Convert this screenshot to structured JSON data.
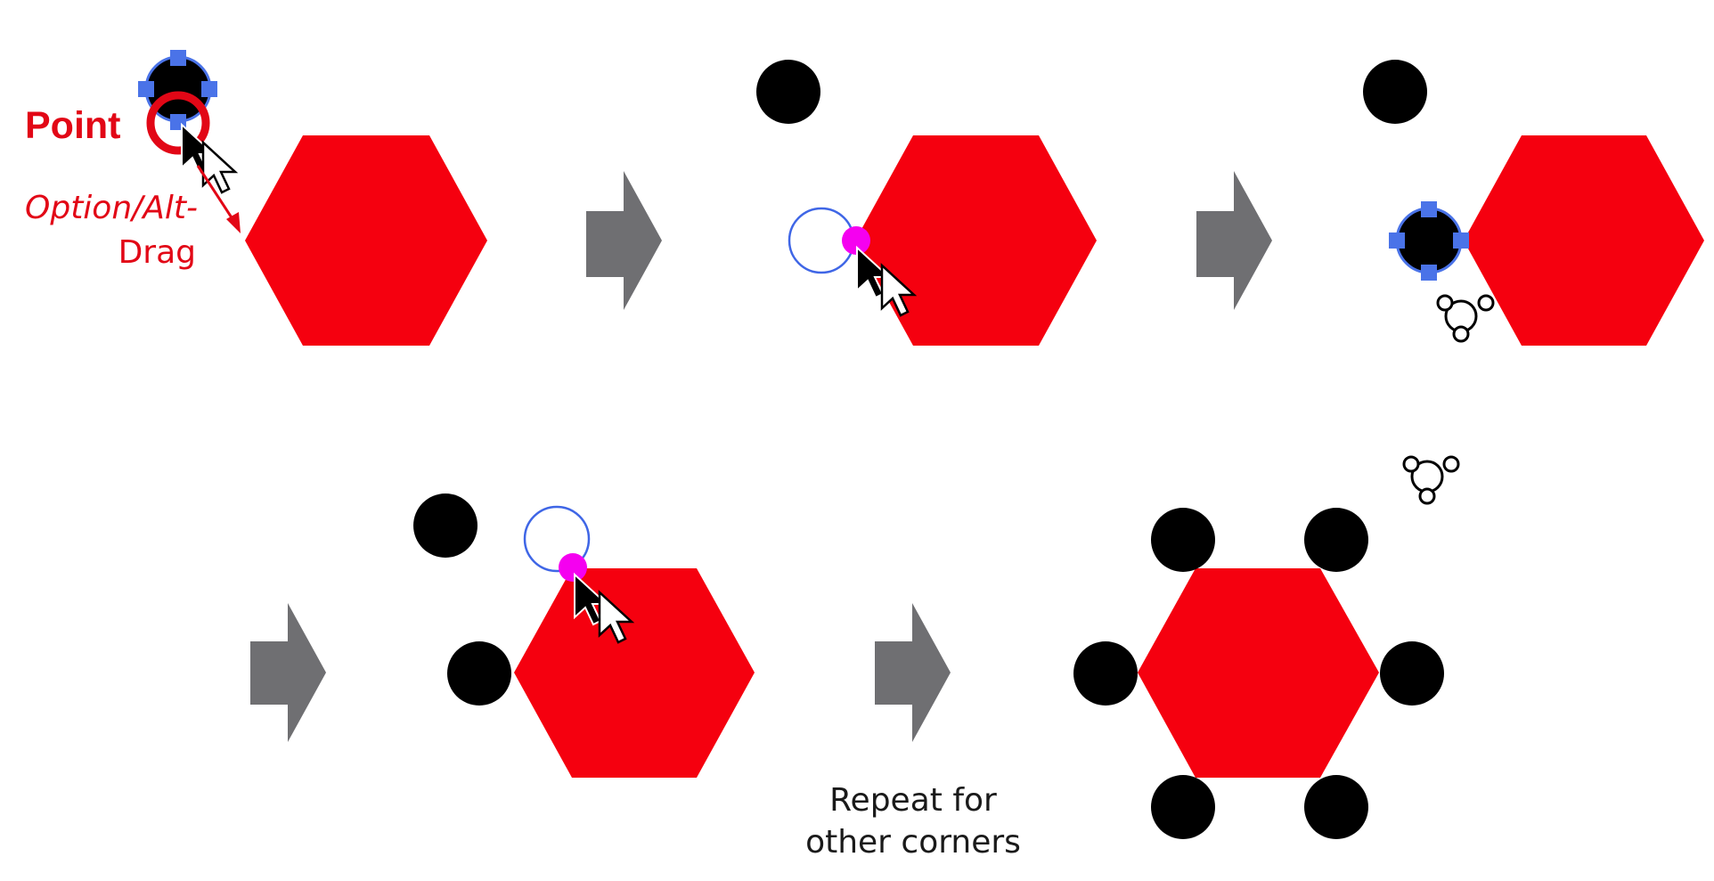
{
  "labels": {
    "point": "Point",
    "drag_line1": "Option/Alt-",
    "drag_line2": "Drag",
    "repeat_line1": "Repeat for",
    "repeat_line2": "other corners"
  },
  "icons": [
    "selection-handle-icon",
    "point-snap-icon",
    "mouse-cursor-icon",
    "duplicate-cursor-icon",
    "step-arrow-icon",
    "snap-point-icon",
    "clone-cursor-icon"
  ],
  "colors": {
    "hexagon": "#f5000f",
    "dot": "#000000",
    "arrow": "#6f6f72",
    "selection": "#4a73e8",
    "snap_point": "#f500f0",
    "annotation": "#e20716",
    "text": "#1a1a1a"
  }
}
